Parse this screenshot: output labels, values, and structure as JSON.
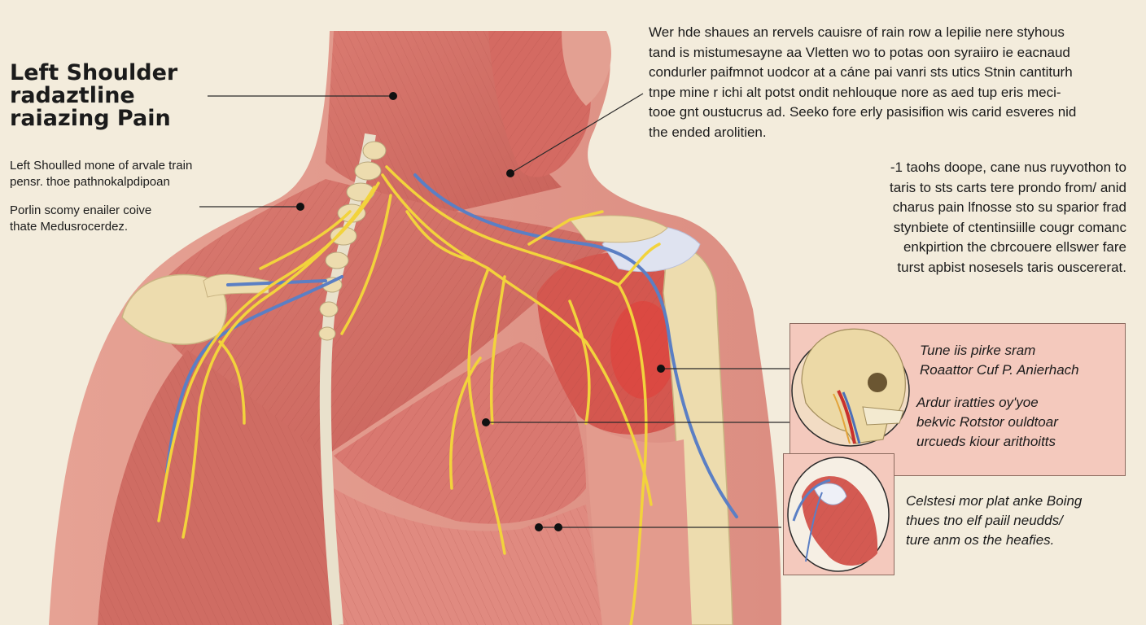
{
  "title": {
    "lines": [
      "Left Shoulder",
      "radaztline",
      "raiazing Pain"
    ]
  },
  "left_notes": {
    "note1": [
      "Left Shoulled mone of arvale train",
      "pensr. thoe pathnokalpdipoan"
    ],
    "note2": [
      "Porlin scomy enailer coive",
      "thate Medusrocerdez."
    ]
  },
  "top_right_paragraph": [
    "Wer hde shaues an rervels cauisre of rain row a lepilie nere styhous",
    "tand is mistumesayne aa Vletten wo to potas oon syraiiro ie eacnaud",
    "condurler paifmnot uodcor at a cáne pai vanri sts utics Stnin cantiturh",
    "tnpe mine r ichi alt potst ondit nehlouque nore as aed tup eris meci-",
    "tooe gnt oustucrus ad. Seeko fore erly pasisifion wis carid esveres nid",
    "the ended arolitien."
  ],
  "mid_right_paragraph": [
    "-1 taohs doope, cane nus ruyvothon to",
    "taris to sts carts tere prondo from/ anid",
    "charus pain lfnosse sto su sparior frad",
    "stynbiete of ctentinsiille cougr comanc",
    "enkpirtion the cbrcouere ellswer fare",
    "turst apbist nosesels taris ouscererat."
  ],
  "inset_captions": {
    "caption1": [
      "Tune iis pirke sram",
      "Roaattor Cuf P. Anierhach"
    ],
    "caption2": [
      "Ardur iratties oy'yoe",
      "bekvic Rotstor ouldtoar",
      "urcueds kiour arithoitts"
    ],
    "caption3": [
      "Celstesi mor plat anke Boing",
      "thues tno elf paiil neudds/",
      "ture anm os the heafies."
    ]
  },
  "icons": [
    "muscle-anatomy",
    "skull",
    "rotator-cuff",
    "callout-dot"
  ],
  "colors": {
    "background": "#f3ecdc",
    "muscle": "#d9736c",
    "nerve": "#f2d33c",
    "vessel": "#5b7fc4",
    "bone": "#eddcae",
    "inset_panel": "#f4c9bd"
  }
}
